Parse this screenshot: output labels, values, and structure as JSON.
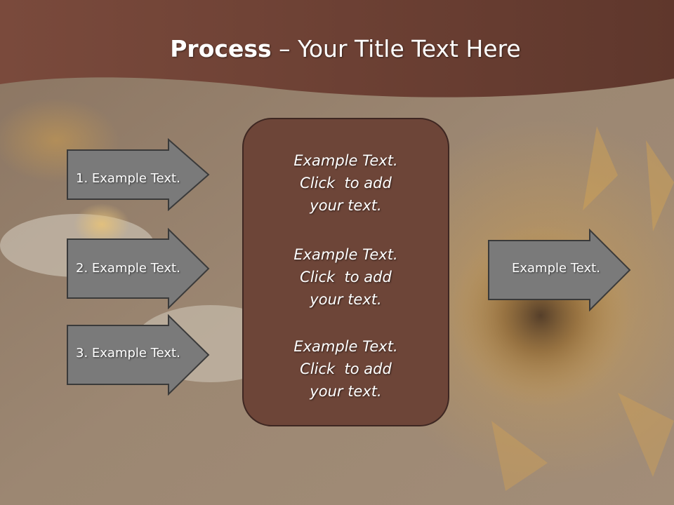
{
  "title": {
    "bold": "Process",
    "rest": " – Your Title Text Here"
  },
  "inputs": [
    {
      "label": "1. Example Text."
    },
    {
      "label": "2. Example Text."
    },
    {
      "label": "3. Example Text."
    }
  ],
  "center": {
    "blocks": [
      {
        "line1": "Example Text.",
        "line2": "Click  to add",
        "line3": "your text."
      },
      {
        "line1": "Example Text.",
        "line2": "Click  to add",
        "line3": "your text."
      },
      {
        "line1": "Example Text.",
        "line2": "Click  to add",
        "line3": "your text."
      }
    ]
  },
  "output": {
    "label": "Example Text."
  },
  "colors": {
    "header": "#6a3f34",
    "center_box": "#6d4538",
    "arrow_fill": "#7a7a7a",
    "arrow_border": "#3a3a3a",
    "background": "#a08770"
  }
}
